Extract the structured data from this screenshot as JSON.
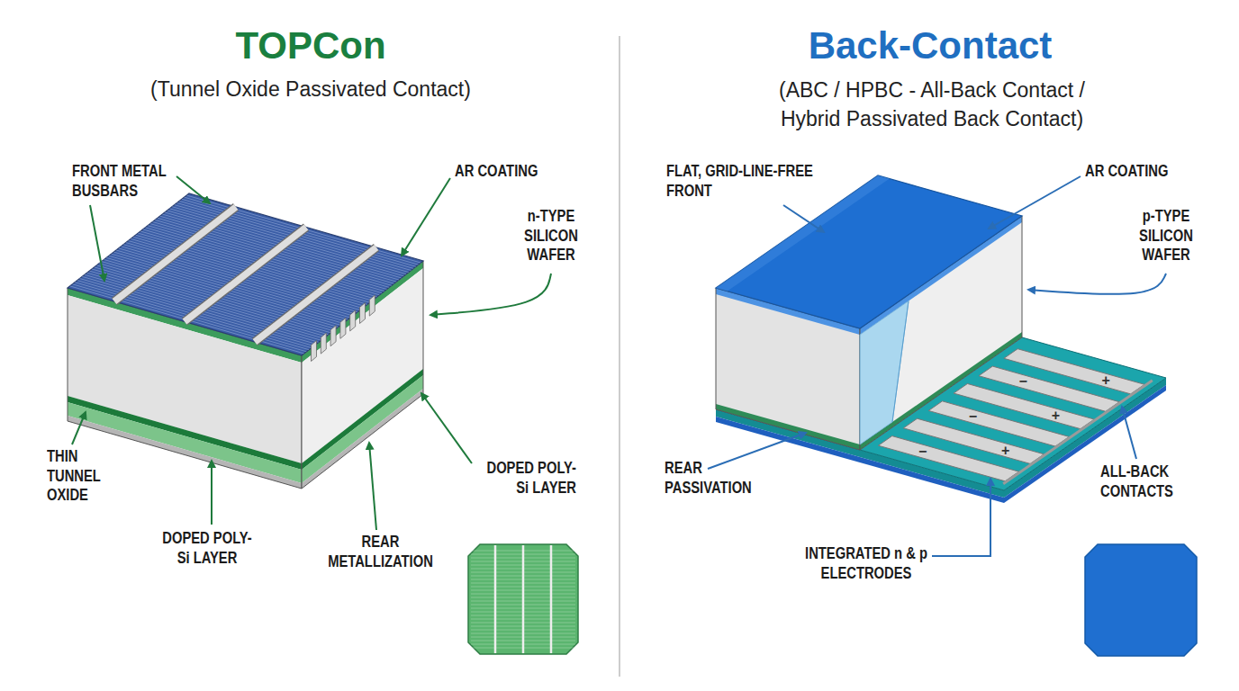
{
  "diagram": {
    "labels": [
      "TOPCon",
      "(Tunnel Oxide Passivated Contact)",
      "FRONT METAL BUSBARS",
      "AR COATING",
      "n-TYPE SILICON WAFER",
      "THIN TUNNEL OXIDE",
      "DOPED POLY-Si LAYER",
      "DOPED POLY-Si LAYER",
      "REAR METALLIZATION",
      "Back-Contact",
      "(ABC / HPBC - All-Back Contact / Hybrid Passivated Back Contact)",
      "FLAT, GRID-LINE-FREE FRONT",
      "AR COATING",
      "p-TYPE SILICON WAFER",
      "REAR PASSIVATION",
      "ALL-BACK CONTACTS",
      "INTEGRATED n & p ELECTRODES",
      "−",
      "+",
      "−",
      "+",
      "−",
      "+"
    ]
  }
}
